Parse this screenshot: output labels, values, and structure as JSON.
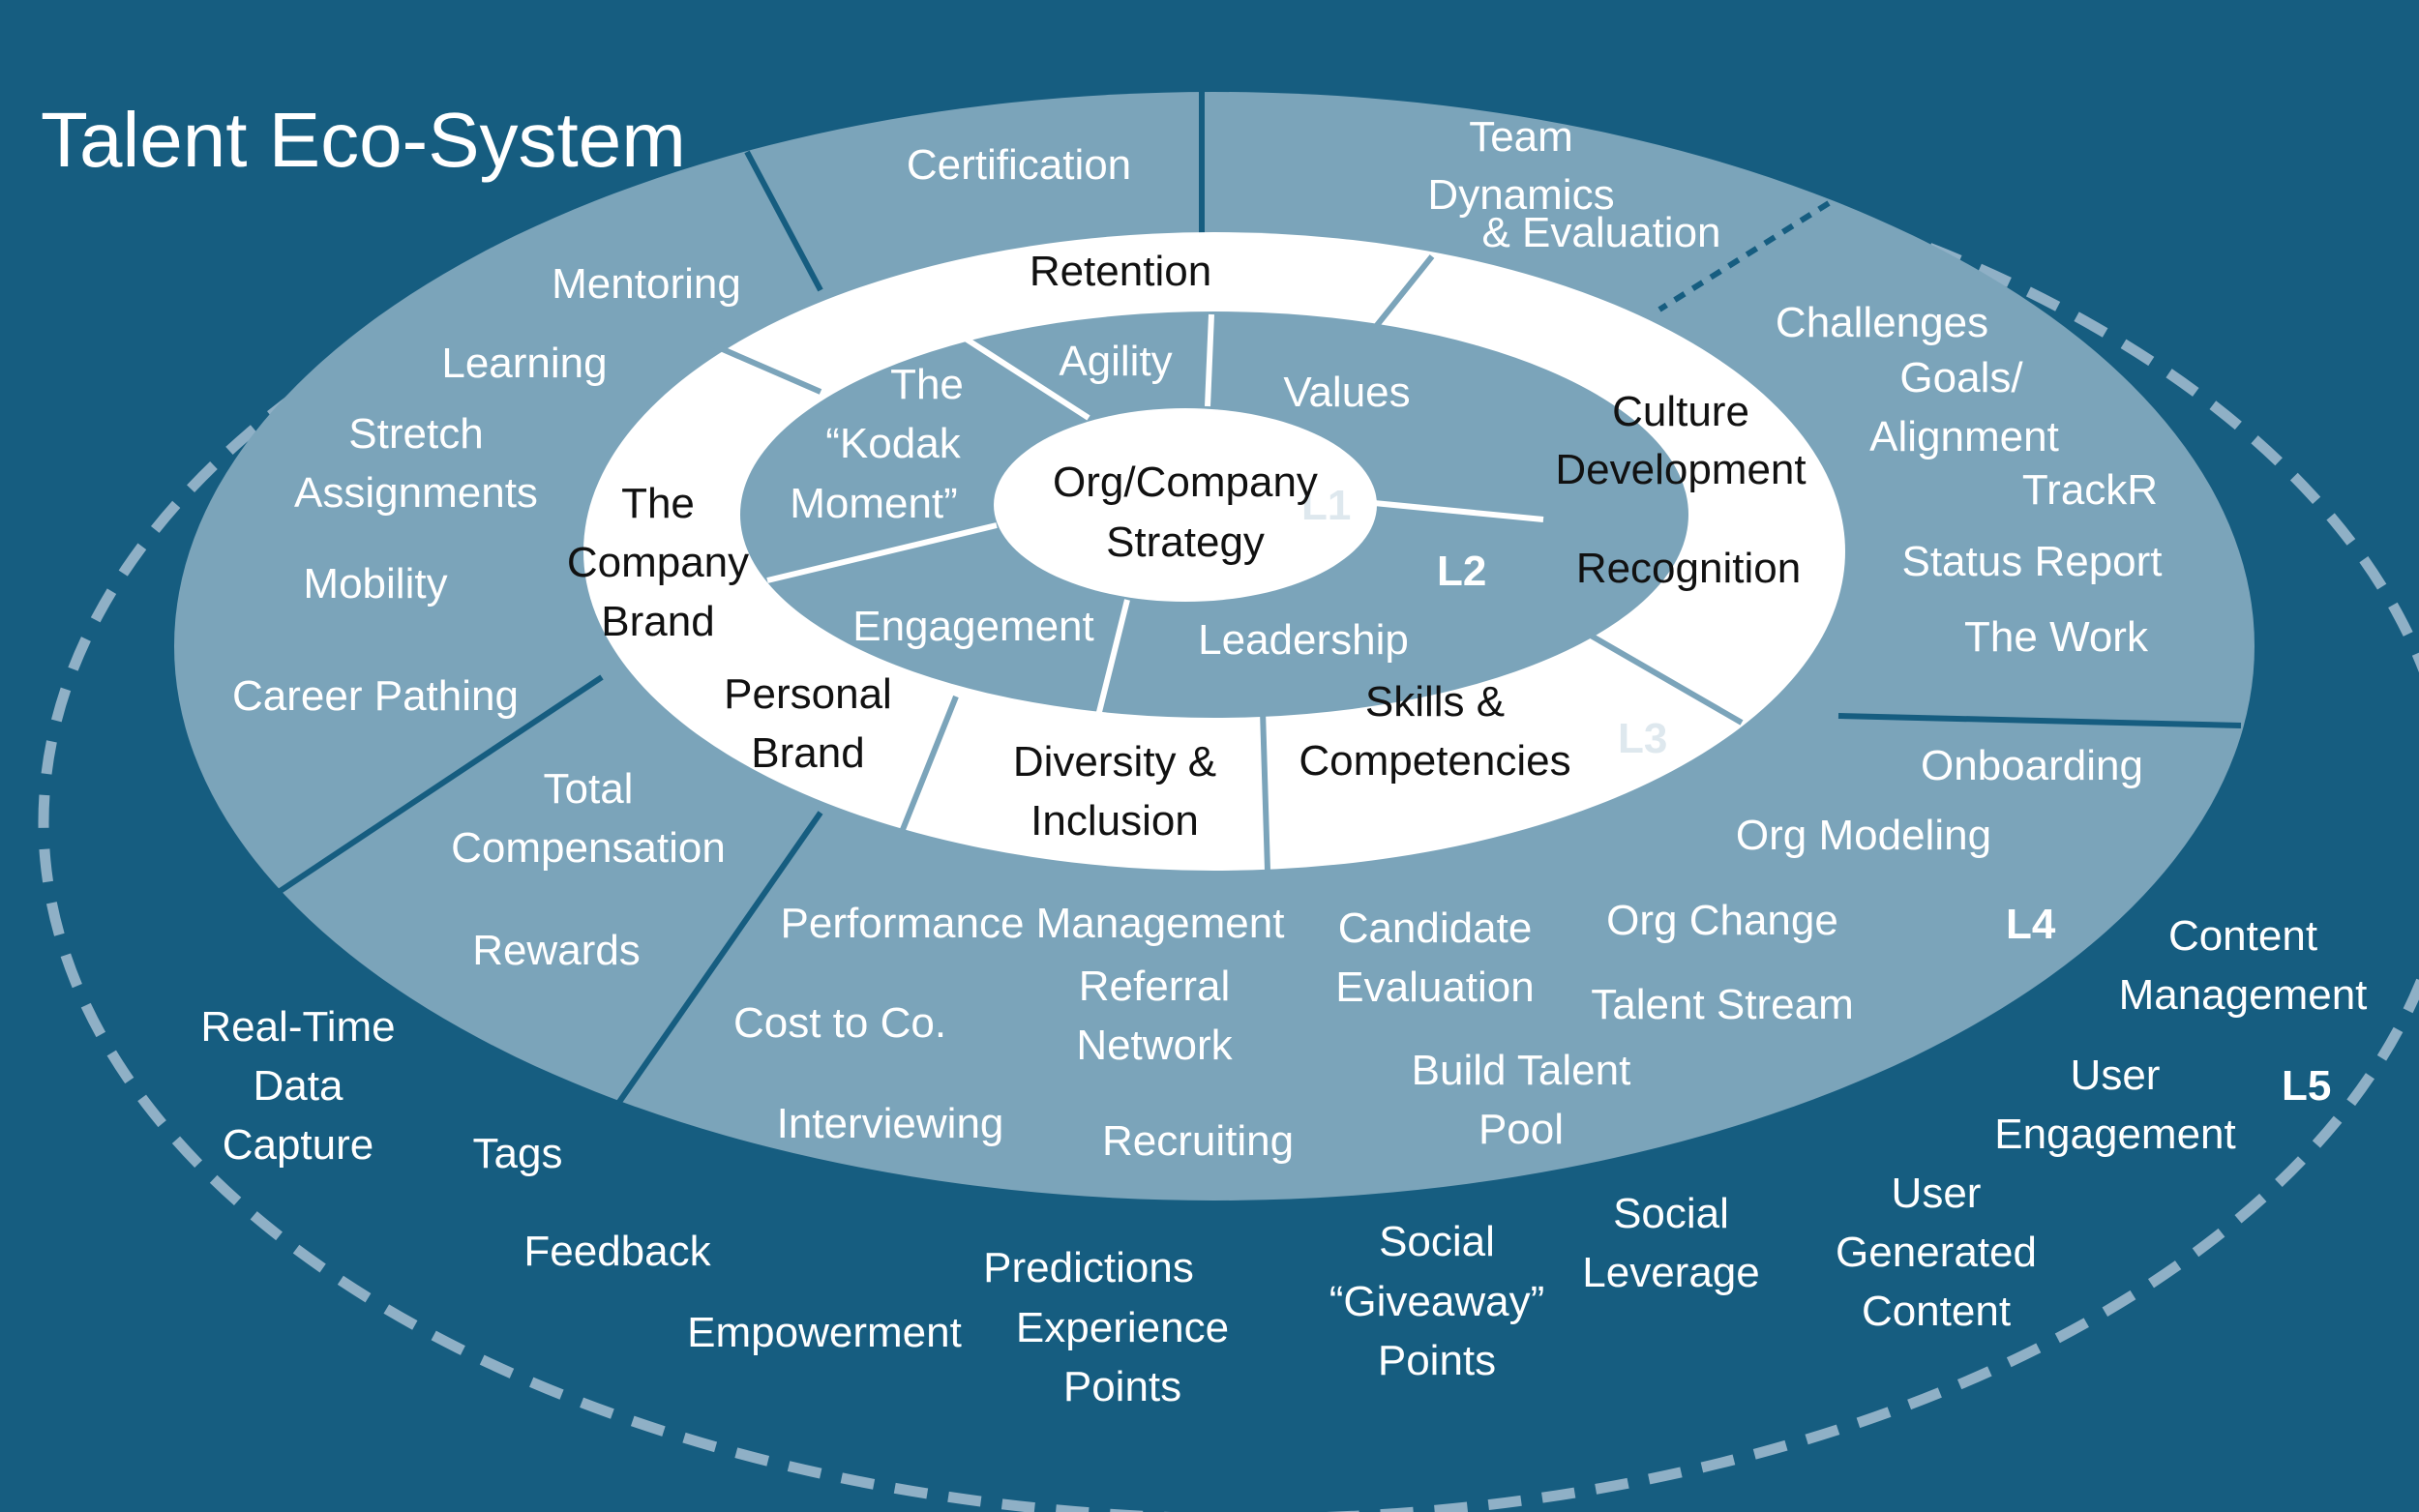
{
  "title": "Talent Eco-System",
  "colors": {
    "background": "#165d80",
    "ring_fill": "#7ba4ba",
    "white_ring": "#ffffff",
    "divider": "#165d80",
    "dashed_outline": "#8fb0c6"
  },
  "levels": {
    "l1": "L1",
    "l2": "L2",
    "l3": "L3",
    "l4": "L4",
    "l5": "L5"
  },
  "l1": {
    "line1": "Org/Company",
    "line2": "Strategy"
  },
  "l2": {
    "kodak": [
      "The",
      "“Kodak",
      "Moment”"
    ],
    "agility": "Agility",
    "values": "Values",
    "engagement": "Engagement",
    "leadership": "Leadership"
  },
  "l3": {
    "retention": "Retention",
    "culture": [
      "Culture",
      "Development"
    ],
    "recognition": "Recognition",
    "company_brand": [
      "The",
      "Company",
      "Brand"
    ],
    "personal_brand": [
      "Personal",
      "Brand"
    ],
    "diversity": [
      "Diversity &",
      "Inclusion"
    ],
    "skills": [
      "Skills &",
      "Competencies"
    ]
  },
  "l4": {
    "certification": "Certification",
    "team_dynamics": [
      "Team",
      "Dynamics",
      "& Evaluation"
    ],
    "mentoring": "Mentoring",
    "learning": "Learning",
    "stretch": [
      "Stretch",
      "Assignments"
    ],
    "mobility": "Mobility",
    "career_pathing": "Career Pathing",
    "challenges": "Challenges",
    "goals": [
      "Goals/",
      "Alignment"
    ],
    "trackr": "TrackR",
    "status_report": "Status Report",
    "the_work": "The Work",
    "onboarding": "Onboarding",
    "org_modeling": "Org Modeling",
    "org_change": "Org Change",
    "talent_stream": "Talent Stream",
    "total_comp": [
      "Total",
      "Compensation"
    ],
    "rewards": "Rewards",
    "performance": "Performance Management",
    "candidate_eval": [
      "Candidate",
      "Evaluation"
    ],
    "referral": [
      "Referral",
      "Network"
    ],
    "cost": "Cost to Co.",
    "build_talent": [
      "Build Talent",
      "Pool"
    ],
    "interviewing": "Interviewing",
    "recruiting": "Recruiting"
  },
  "l5": {
    "realtime": [
      "Real-Time",
      "Data",
      "Capture"
    ],
    "tags": "Tags",
    "feedback": "Feedback",
    "empowerment": "Empowerment",
    "predictions": "Predictions",
    "experience": [
      "Experience",
      "Points"
    ],
    "social_giveaway": [
      "Social",
      "“Giveaway”",
      "Points"
    ],
    "social_leverage": [
      "Social",
      "Leverage"
    ],
    "ugc": [
      "User",
      "Generated",
      "Content"
    ],
    "user_engagement": [
      "User",
      "Engagement"
    ],
    "content_mgmt": [
      "Content",
      "Management"
    ]
  }
}
